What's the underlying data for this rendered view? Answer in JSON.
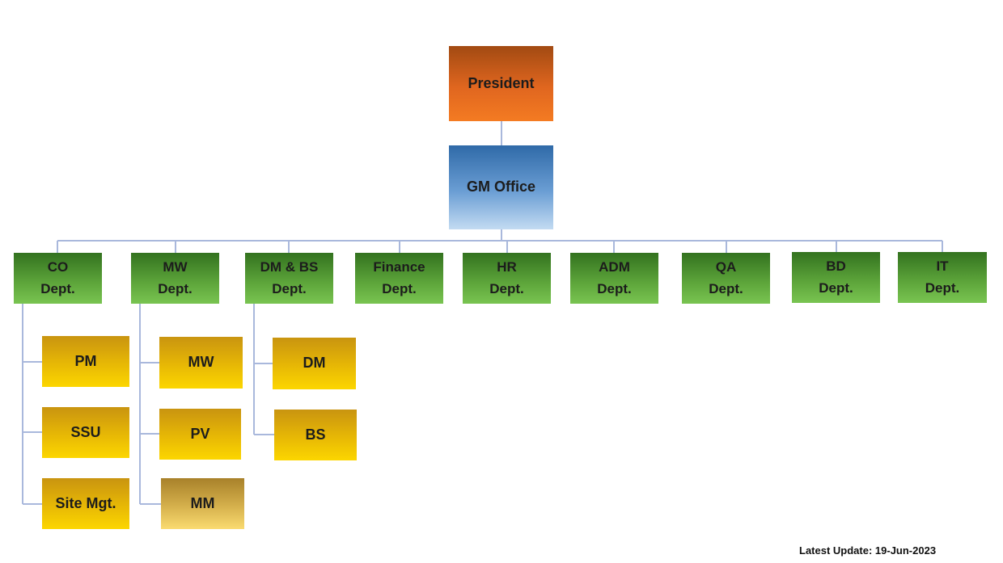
{
  "president": "President",
  "gm_office": "GM Office",
  "departments": [
    {
      "name": "CO",
      "suffix": "Dept."
    },
    {
      "name": "MW",
      "suffix": "Dept."
    },
    {
      "name": "DM & BS",
      "suffix": "Dept."
    },
    {
      "name": "Finance",
      "suffix": "Dept."
    },
    {
      "name": "HR",
      "suffix": "Dept."
    },
    {
      "name": "ADM",
      "suffix": "Dept."
    },
    {
      "name": "QA",
      "suffix": "Dept."
    },
    {
      "name": "BD",
      "suffix": "Dept."
    },
    {
      "name": "IT",
      "suffix": "Dept."
    }
  ],
  "co_units": [
    "PM",
    "SSU",
    "Site Mgt."
  ],
  "mw_units": [
    "MW",
    "PV",
    "MM"
  ],
  "dmbs_units": [
    "DM",
    "BS"
  ],
  "latest_update": "Latest Update: 19-Jun-2023",
  "colors": {
    "president": "#f47b22",
    "gm_office": "#5b8fd0",
    "department": "#5ea63b",
    "unit": "#f2c200",
    "connector": "#a9b8dc"
  }
}
